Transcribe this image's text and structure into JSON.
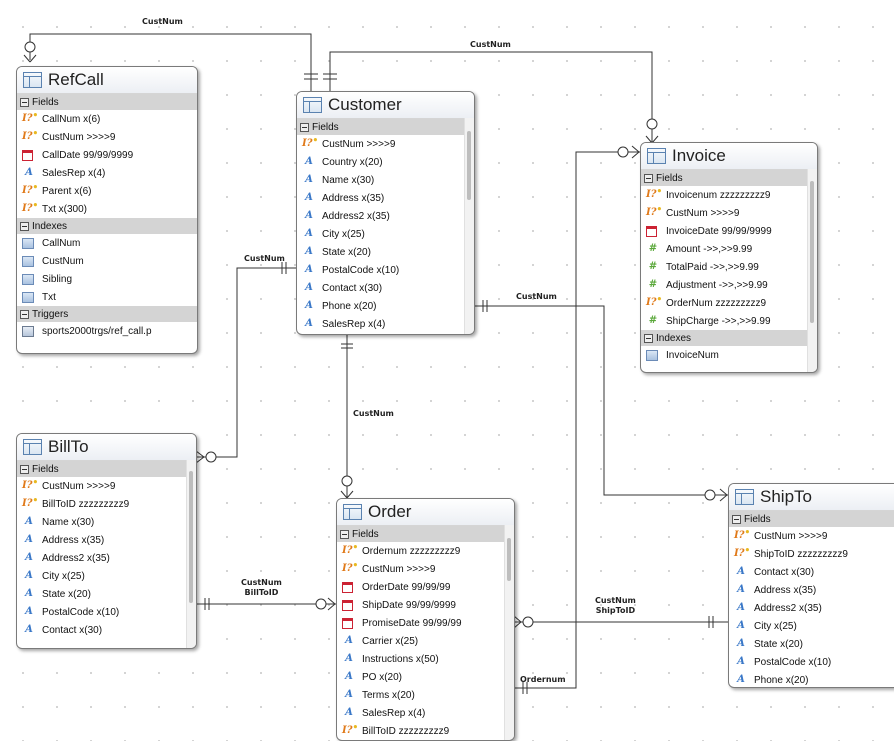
{
  "relationships": {
    "refcall_customer": "CustNum",
    "customer_invoice": "CustNum",
    "refcall_billto": "CustNum",
    "customer_shipto": "CustNum",
    "customer_order": "CustNum",
    "billto_order": [
      "CustNum",
      "BillToID"
    ],
    "order_shipto": [
      "CustNum",
      "ShipToID"
    ],
    "order_invoice": "Ordernum"
  },
  "tables": {
    "refcall": {
      "name": "RefCall",
      "sections": [
        {
          "title": "Fields",
          "rows": [
            {
              "icon": "pk-key-icon",
              "text": "CallNum  x(6)"
            },
            {
              "icon": "pk-key-icon",
              "text": "CustNum  >>>>9"
            },
            {
              "icon": "date-field-icon",
              "text": "CallDate  99/99/9999"
            },
            {
              "icon": "char-field-icon",
              "text": "SalesRep  x(4)"
            },
            {
              "icon": "pk-key-icon",
              "text": "Parent  x(6)"
            },
            {
              "icon": "pk-key-icon",
              "text": "Txt  x(300)"
            }
          ]
        },
        {
          "title": "Indexes",
          "rows": [
            {
              "icon": "index-icon",
              "text": "CallNum"
            },
            {
              "icon": "index-icon",
              "text": "CustNum"
            },
            {
              "icon": "index-icon",
              "text": "Sibling"
            },
            {
              "icon": "index-icon",
              "text": "Txt"
            }
          ]
        },
        {
          "title": "Triggers",
          "rows": [
            {
              "icon": "trigger-icon",
              "text": "sports2000trgs/ref_call.p"
            }
          ]
        }
      ]
    },
    "customer": {
      "name": "Customer",
      "sections": [
        {
          "title": "Fields",
          "rows": [
            {
              "icon": "pk-key-icon",
              "text": "CustNum  >>>>9"
            },
            {
              "icon": "char-field-icon",
              "text": "Country  x(20)"
            },
            {
              "icon": "char-field-icon",
              "text": "Name  x(30)"
            },
            {
              "icon": "char-field-icon",
              "text": "Address  x(35)"
            },
            {
              "icon": "char-field-icon",
              "text": "Address2  x(35)"
            },
            {
              "icon": "char-field-icon",
              "text": "City  x(25)"
            },
            {
              "icon": "char-field-icon",
              "text": "State  x(20)"
            },
            {
              "icon": "char-field-icon",
              "text": "PostalCode  x(10)"
            },
            {
              "icon": "char-field-icon",
              "text": "Contact  x(30)"
            },
            {
              "icon": "char-field-icon",
              "text": "Phone  x(20)"
            },
            {
              "icon": "char-field-icon",
              "text": "SalesRep  x(4)"
            }
          ]
        }
      ]
    },
    "invoice": {
      "name": "Invoice",
      "sections": [
        {
          "title": "Fields",
          "rows": [
            {
              "icon": "pk-key-icon",
              "text": "Invoicenum  zzzzzzzzz9"
            },
            {
              "icon": "pk-key-icon",
              "text": "CustNum  >>>>9"
            },
            {
              "icon": "date-field-icon",
              "text": "InvoiceDate  99/99/9999"
            },
            {
              "icon": "decimal-field-icon",
              "text": "Amount  ->>,>>9.99"
            },
            {
              "icon": "decimal-field-icon",
              "text": "TotalPaid  ->>,>>9.99"
            },
            {
              "icon": "decimal-field-icon",
              "text": "Adjustment  ->>,>>9.99"
            },
            {
              "icon": "pk-key-icon",
              "text": "OrderNum  zzzzzzzzz9"
            },
            {
              "icon": "decimal-field-icon",
              "text": "ShipCharge  ->>,>>9.99"
            }
          ]
        },
        {
          "title": "Indexes",
          "rows": [
            {
              "icon": "index-icon",
              "text": "InvoiceNum"
            }
          ]
        }
      ]
    },
    "billto": {
      "name": "BillTo",
      "sections": [
        {
          "title": "Fields",
          "rows": [
            {
              "icon": "pk-key-icon",
              "text": "CustNum  >>>>9"
            },
            {
              "icon": "pk-key-icon",
              "text": "BillToID  zzzzzzzzz9"
            },
            {
              "icon": "char-field-icon",
              "text": "Name  x(30)"
            },
            {
              "icon": "char-field-icon",
              "text": "Address  x(35)"
            },
            {
              "icon": "char-field-icon",
              "text": "Address2  x(35)"
            },
            {
              "icon": "char-field-icon",
              "text": "City  x(25)"
            },
            {
              "icon": "char-field-icon",
              "text": "State  x(20)"
            },
            {
              "icon": "char-field-icon",
              "text": "PostalCode  x(10)"
            },
            {
              "icon": "char-field-icon",
              "text": "Contact  x(30)"
            }
          ]
        }
      ]
    },
    "order": {
      "name": "Order",
      "sections": [
        {
          "title": "Fields",
          "rows": [
            {
              "icon": "pk-key-icon",
              "text": "Ordernum  zzzzzzzzz9"
            },
            {
              "icon": "pk-key-icon",
              "text": "CustNum  >>>>9"
            },
            {
              "icon": "date-field-icon",
              "text": "OrderDate  99/99/99"
            },
            {
              "icon": "date-field-icon",
              "text": "ShipDate  99/99/9999"
            },
            {
              "icon": "date-field-icon",
              "text": "PromiseDate  99/99/99"
            },
            {
              "icon": "char-field-icon",
              "text": "Carrier  x(25)"
            },
            {
              "icon": "char-field-icon",
              "text": "Instructions  x(50)"
            },
            {
              "icon": "char-field-icon",
              "text": "PO  x(20)"
            },
            {
              "icon": "char-field-icon",
              "text": "Terms  x(20)"
            },
            {
              "icon": "char-field-icon",
              "text": "SalesRep  x(4)"
            },
            {
              "icon": "pk-key-icon",
              "text": "BillToID  zzzzzzzzz9"
            }
          ]
        }
      ]
    },
    "shipto": {
      "name": "ShipTo",
      "sections": [
        {
          "title": "Fields",
          "rows": [
            {
              "icon": "pk-key-icon",
              "text": "CustNum  >>>>9"
            },
            {
              "icon": "pk-key-icon",
              "text": "ShipToID  zzzzzzzzz9"
            },
            {
              "icon": "char-field-icon",
              "text": "Contact  x(30)"
            },
            {
              "icon": "char-field-icon",
              "text": "Address  x(35)"
            },
            {
              "icon": "char-field-icon",
              "text": "Address2  x(35)"
            },
            {
              "icon": "char-field-icon",
              "text": "City  x(25)"
            },
            {
              "icon": "char-field-icon",
              "text": "State  x(20)"
            },
            {
              "icon": "char-field-icon",
              "text": "PostalCode  x(10)"
            },
            {
              "icon": "char-field-icon",
              "text": "Phone  x(20)"
            }
          ]
        }
      ]
    }
  }
}
